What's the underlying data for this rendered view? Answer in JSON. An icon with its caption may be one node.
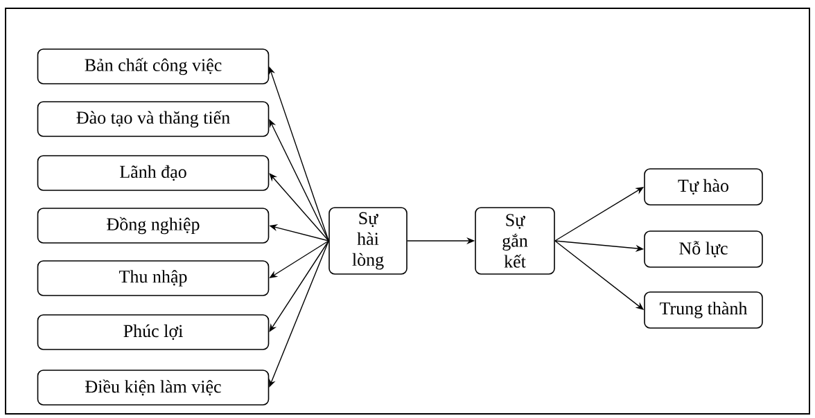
{
  "diagram": {
    "nodes": [
      {
        "text": [
          "Bản chất công việc"
        ]
      },
      {
        "text": [
          "Đào tạo và thăng tiến"
        ]
      },
      {
        "text": [
          "Lãnh đạo"
        ]
      },
      {
        "text": [
          "Đồng nghiệp"
        ]
      },
      {
        "text": [
          "Thu nhập"
        ]
      },
      {
        "text": [
          "Phúc lợi"
        ]
      },
      {
        "text": [
          "Điều kiện làm việc"
        ]
      },
      {
        "text": [
          "Sự hài lòng"
        ]
      },
      {
        "text": [
          "Sự gắn kết"
        ]
      },
      {
        "text": [
          "Tự hào"
        ]
      },
      {
        "text": [
          "Nỗ lực"
        ]
      },
      {
        "text": [
          "Trung thành"
        ]
      }
    ],
    "edges": [
      {
        "from": 7,
        "to": 0,
        "arrow": "to"
      },
      {
        "from": 7,
        "to": 1,
        "arrow": "to"
      },
      {
        "from": 7,
        "to": 2,
        "arrow": "to"
      },
      {
        "from": 7,
        "to": 3,
        "arrow": "to"
      },
      {
        "from": 7,
        "to": 4,
        "arrow": "to"
      },
      {
        "from": 7,
        "to": 5,
        "arrow": "to"
      },
      {
        "from": 7,
        "to": 6,
        "arrow": "to"
      },
      {
        "from": 7,
        "to": 8,
        "arrow": "to"
      },
      {
        "from": 8,
        "to": 9,
        "arrow": "to"
      },
      {
        "from": 8,
        "to": 10,
        "arrow": "to"
      },
      {
        "from": 8,
        "to": 11,
        "arrow": "to"
      }
    ]
  }
}
